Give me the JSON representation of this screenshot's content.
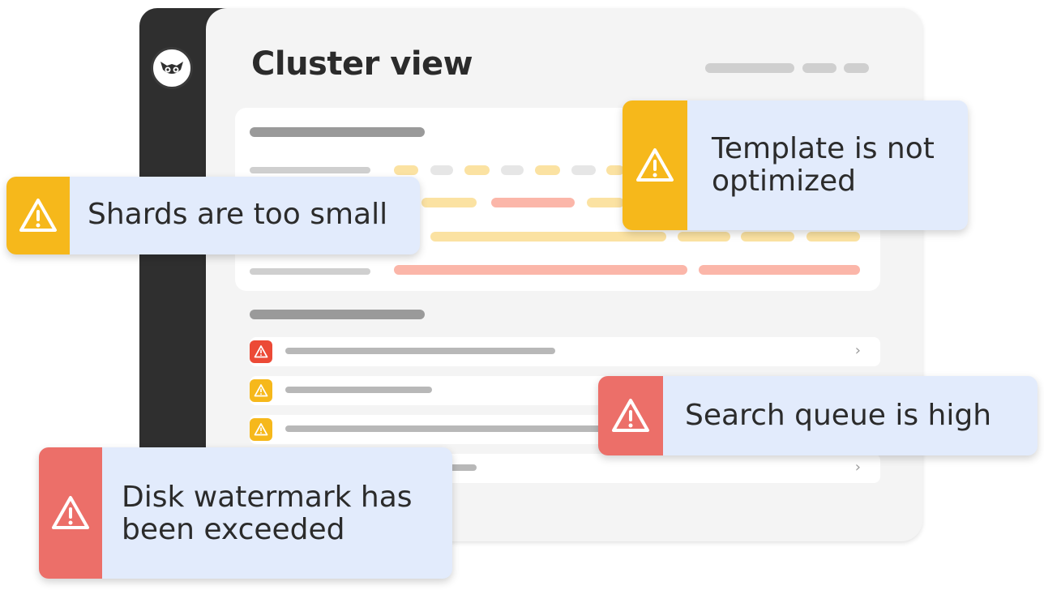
{
  "main": {
    "title": "Cluster view"
  },
  "alerts": [
    {
      "text": "Template is not optimized",
      "severity": "warning"
    },
    {
      "text": "Shards are too small",
      "severity": "warning"
    },
    {
      "text": "Search queue is high",
      "severity": "critical"
    },
    {
      "text": "Disk watermark has been exceeded",
      "severity": "critical"
    }
  ],
  "icons": {
    "logo": "owl-logo-icon",
    "warning": "warning-triangle-icon",
    "row_chevron": "chevron-right-icon"
  },
  "colors": {
    "sidebar": "#2f2f2f",
    "warning": "#f6b81b",
    "critical": "#ec6f69",
    "critical_badge": "#ec4a36",
    "toast_bg": "#e2ebfc"
  },
  "glyphs": {
    "chevron": "›"
  }
}
